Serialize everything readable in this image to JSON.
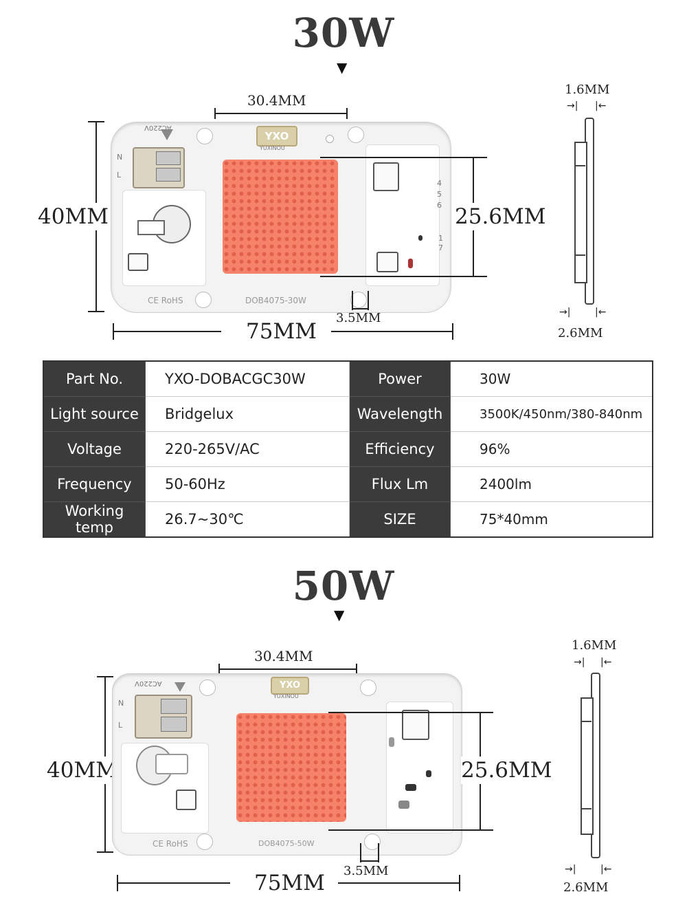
{
  "sections": [
    {
      "title": "30W",
      "dims": {
        "chip_width": "30.4MM",
        "board_height": "40MM",
        "chip_height": "25.6MM",
        "board_length": "75MM",
        "hole_gap": "3.5MM",
        "plate_thickness": "1.6MM",
        "total_thickness": "2.6MM"
      },
      "silk": {
        "logo": "YXO",
        "logo_sub": "YUXINOU",
        "cert": "CE RoHS",
        "model": "DOB4075-30W",
        "voltage_mark": "AC220V",
        "pin_n": "N",
        "pin_l": "L",
        "pin_nums": [
          "4",
          "5",
          "6",
          "1",
          "7"
        ]
      }
    },
    {
      "title": "50W",
      "dims": {
        "chip_width": "30.4MM",
        "board_height": "40MM",
        "chip_height": "25.6MM",
        "board_length": "75MM",
        "hole_gap": "3.5MM",
        "plate_thickness": "1.6MM",
        "total_thickness": "2.6MM"
      },
      "silk": {
        "logo": "YXO",
        "logo_sub": "YUXINOU",
        "cert": "CE RoHS",
        "model": "DOB4075-50W",
        "voltage_mark": "AC220V",
        "pin_n": "N",
        "pin_l": "L"
      }
    }
  ],
  "spec_table": {
    "rows": [
      {
        "label1": "Part No.",
        "value1": "YXO-DOBACGC30W",
        "label2": "Power",
        "value2": "30W"
      },
      {
        "label1": "Light source",
        "value1": "Bridgelux",
        "label2": "Wavelength",
        "value2": "3500K/450nm/380-840nm"
      },
      {
        "label1": "Voltage",
        "value1": "220-265V/AC",
        "label2": "Efficiency",
        "value2": "96%"
      },
      {
        "label1": "Frequency",
        "value1": "50-60Hz",
        "label2": "Flux Lm",
        "value2": "2400lm"
      },
      {
        "label1": "Working temp",
        "value1": "26.7~30℃",
        "label2": "SIZE",
        "value2": "75*40mm"
      }
    ]
  },
  "colors": {
    "chip": "#f7826a",
    "table_header": "#3b3b3b",
    "title": "#3a3a3a"
  }
}
